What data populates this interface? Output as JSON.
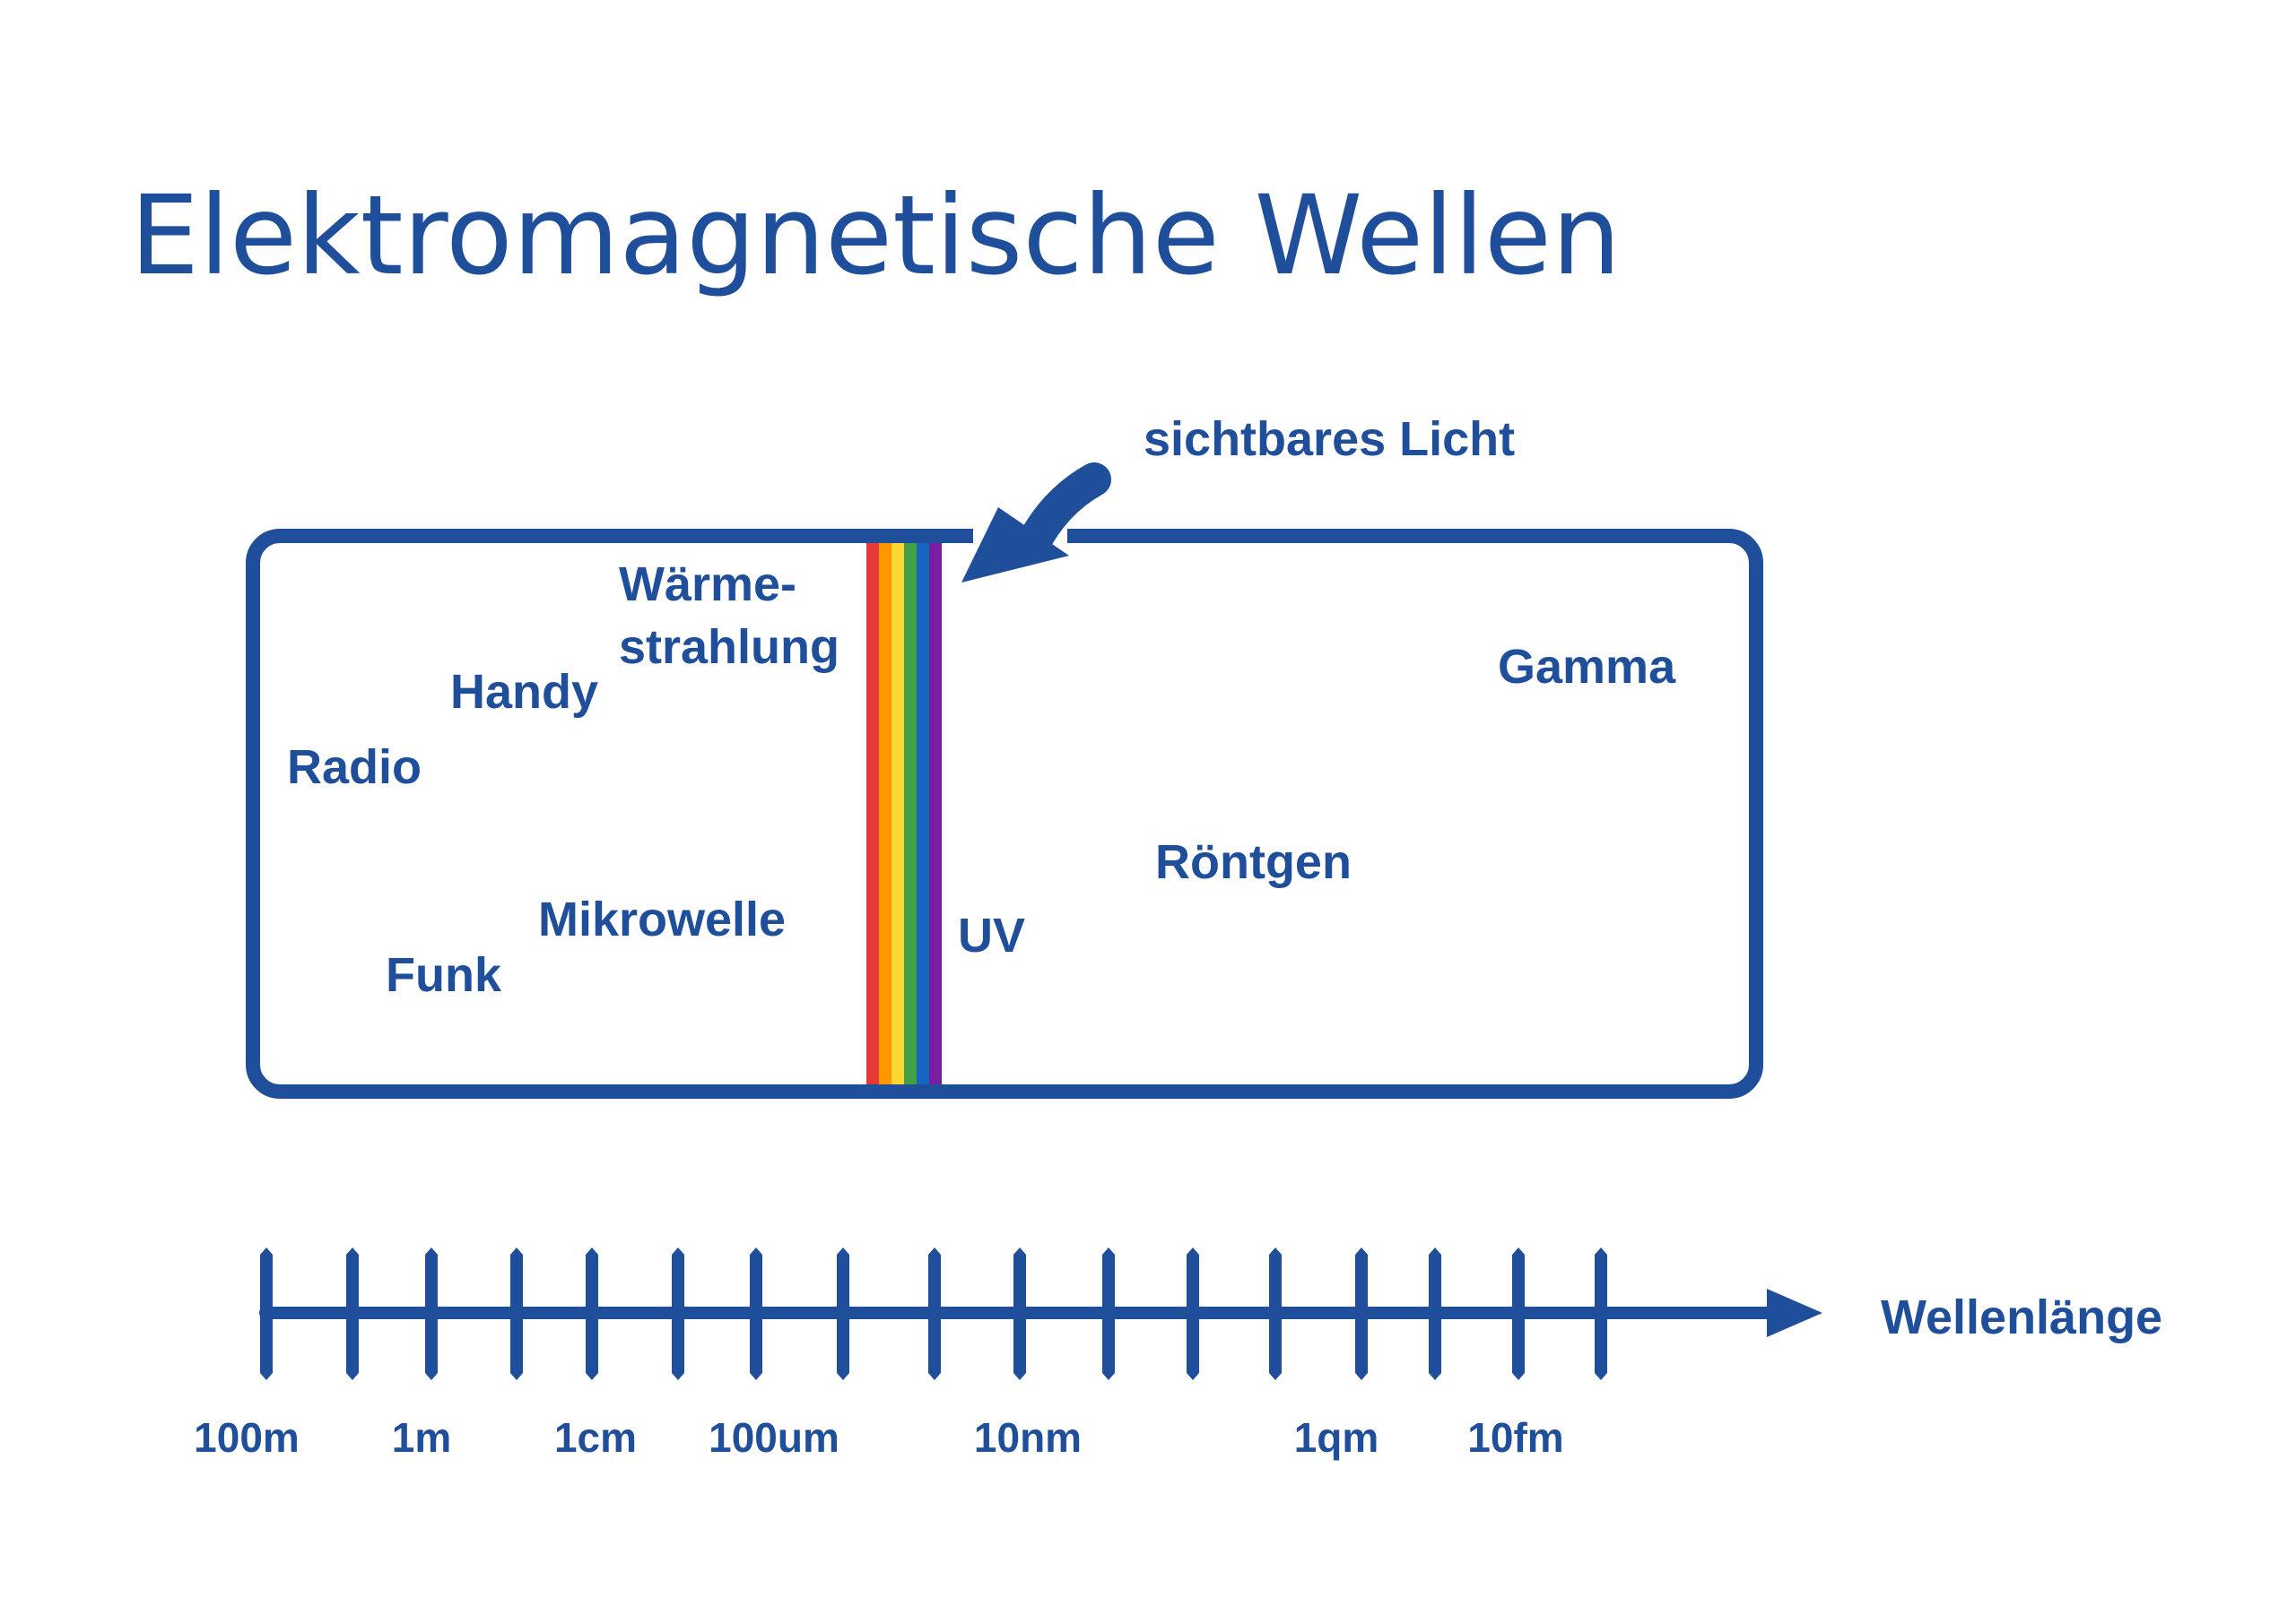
{
  "title": "Elektromagnetische Wellen",
  "callout": {
    "label": "sichtbares Licht"
  },
  "regions": {
    "radio": "Radio",
    "handy": "Handy",
    "waerme_line1": "Wärme-",
    "waerme_line2": "strahlung",
    "funk": "Funk",
    "mikrowelle": "Mikrowelle",
    "uv": "UV",
    "roentgen": "Röntgen",
    "gamma": "Gamma"
  },
  "axis": {
    "label": "Wellenlänge",
    "tick_labels": [
      "100m",
      "1m",
      "1cm",
      "100um",
      "10nm",
      "1qm",
      "10fm"
    ]
  },
  "colors": {
    "primary": "#1f4e9a",
    "spectrum": [
      "#e53935",
      "#ff9800",
      "#fdd835",
      "#43a047",
      "#1565c0",
      "#7b1fa2"
    ]
  }
}
